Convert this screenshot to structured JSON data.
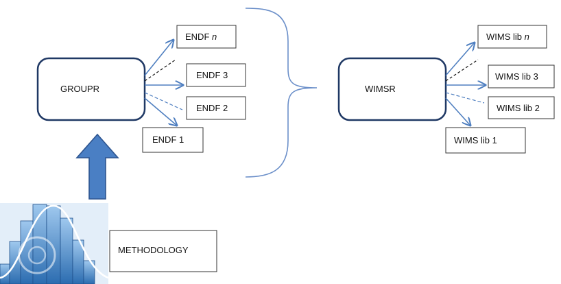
{
  "nodes": {
    "groupr": "GROUPR",
    "wimsr": "WIMSR",
    "methodology": "METHODOLOGY"
  },
  "endf_outputs": {
    "n": {
      "prefix": "ENDF ",
      "suffix": "n"
    },
    "three": "ENDF 3",
    "two": "ENDF 2",
    "one": "ENDF 1"
  },
  "wims_outputs": {
    "n": {
      "prefix": "WIMS lib ",
      "suffix": "n"
    },
    "three": "WIMS lib 3",
    "two": "WIMS lib 2",
    "one": "WIMS lib 1"
  },
  "icons": {
    "methodology_image": "histogram-bell-curve-icon",
    "input_arrow": "up-arrow-icon"
  },
  "colors": {
    "arrow_blue": "#4f7fc0",
    "node_border": "#1f3864",
    "brace": "#6b8fc9",
    "big_arrow_fill": "#4a7fc4",
    "big_arrow_stroke": "#2e5590",
    "box_border": "#333333"
  }
}
